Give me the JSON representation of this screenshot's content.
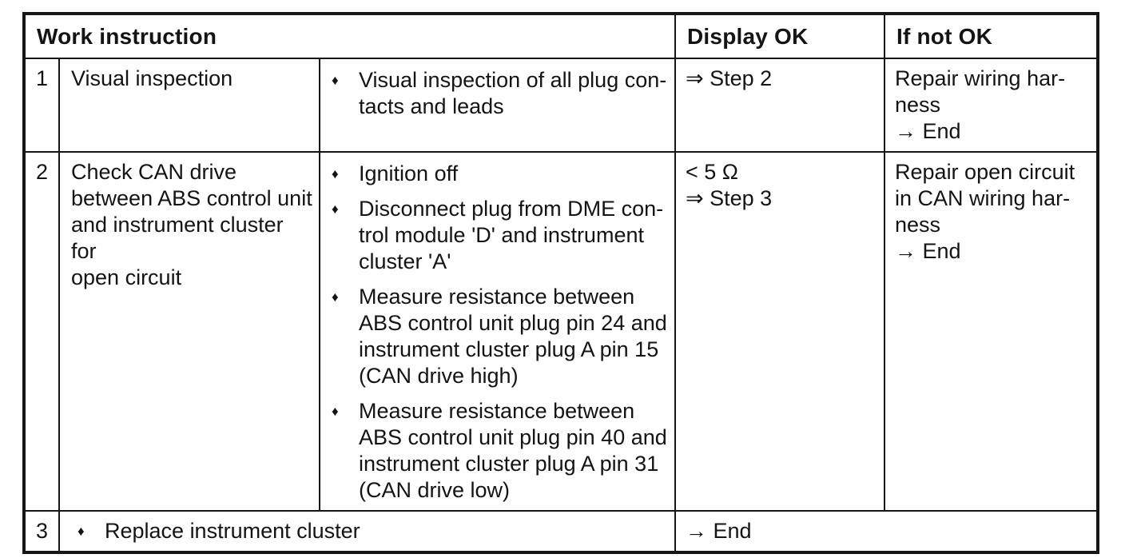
{
  "glyphs": {
    "bullet": "♦"
  },
  "colors": {
    "ink": "#161616",
    "paper": "#fefefe"
  },
  "table": {
    "header": {
      "work_instruction": "Work instruction",
      "display_ok": "Display OK",
      "if_not_ok": "If not OK"
    },
    "rows": [
      {
        "step": "1",
        "task": "Visual inspection",
        "details": [
          "Visual inspection of all plug con-\ntacts and leads"
        ],
        "display_ok": "⇒ Step 2",
        "if_not_ok": "Repair wiring har-\nness\n→ End"
      },
      {
        "step": "2",
        "task": "Check CAN drive\nbetween ABS control unit\nand instrument cluster for\nopen circuit",
        "details": [
          "Ignition off",
          "Disconnect plug from DME con-\ntrol module 'D' and instrument\ncluster 'A'",
          "Measure resistance between\nABS control unit plug pin 24 and\ninstrument cluster plug A pin 15\n(CAN drive high)",
          "Measure resistance between\nABS control unit plug pin 40 and\ninstrument cluster plug A pin 31\n(CAN drive low)"
        ],
        "display_ok": "< 5 Ω\n⇒ Step 3",
        "if_not_ok": "Repair open circuit\nin CAN wiring har-\nness\n→ End"
      },
      {
        "step": "3",
        "action": "Replace instrument cluster",
        "result": "→ End"
      }
    ]
  }
}
